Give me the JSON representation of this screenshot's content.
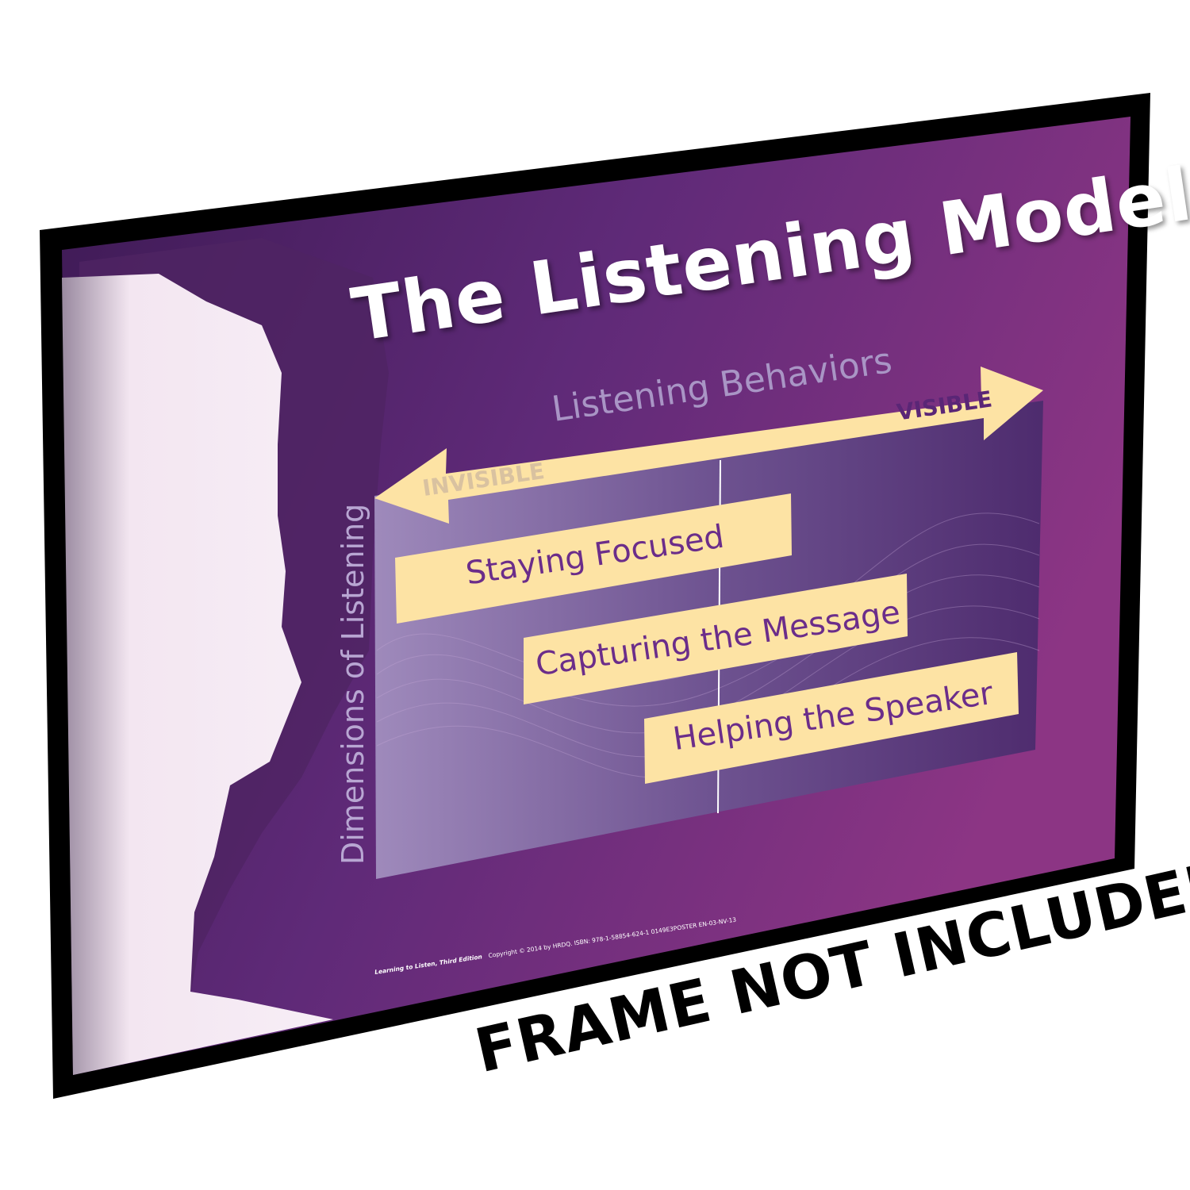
{
  "poster": {
    "title": "The Listening Model",
    "axis_label": "Listening Behaviors",
    "arrow_left_label": "INVISIBLE",
    "arrow_right_label": "VISIBLE",
    "side_label": "Dimensions of Listening",
    "boxes": [
      "Staying Focused",
      "Capturing the Message",
      "Helping the Speaker"
    ],
    "footer": {
      "edition": "Learning to Listen, Third Edition",
      "copyright": "Copyright © 2014 by HRDQ.  ISBN: 978-1-58854-624-1   0149E3POSTER   EN-03-NV-13"
    }
  },
  "notice": "FRAME NOT INCLUDED",
  "colors": {
    "purple_dark": "#4a1f5c",
    "purple_light": "#8a3583",
    "cream": "#fde3a4",
    "text_purple": "#6b2d8a"
  }
}
